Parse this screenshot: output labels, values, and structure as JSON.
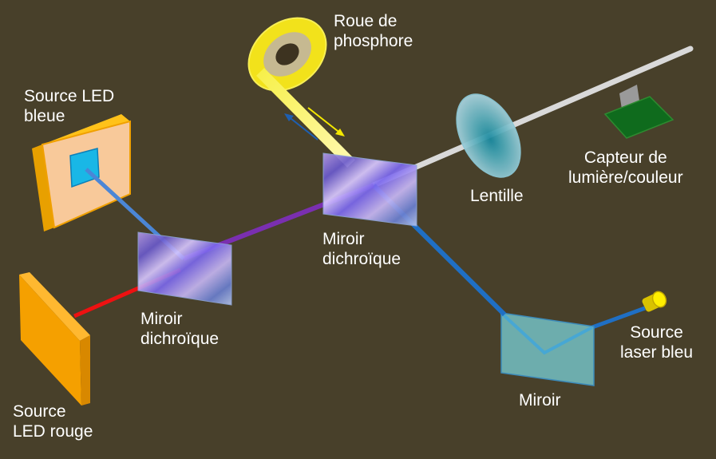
{
  "labels": {
    "phosphor_wheel": "Roue de\nphosphore",
    "blue_led": "Source LED\nbleue",
    "color_sensor": "Capteur de\nlumière/couleur",
    "lens": "Lentille",
    "dichroic_center": "Miroir\ndichroïque",
    "dichroic_left": "Miroir\ndichroïque",
    "blue_laser": "Source\nlaser bleu",
    "mirror": "Miroir",
    "red_led": "Source\nLED rouge"
  },
  "colors": {
    "background": "#48402a",
    "blue_beam": "#1f6fc4",
    "red_beam": "#ee1111",
    "purple_beam": "#7a2fb0",
    "yellow_beam": "#f5f050",
    "white_beam": "#d8d8d8",
    "led_panel": "#f7b400",
    "phosphor": "#f2e21b"
  }
}
